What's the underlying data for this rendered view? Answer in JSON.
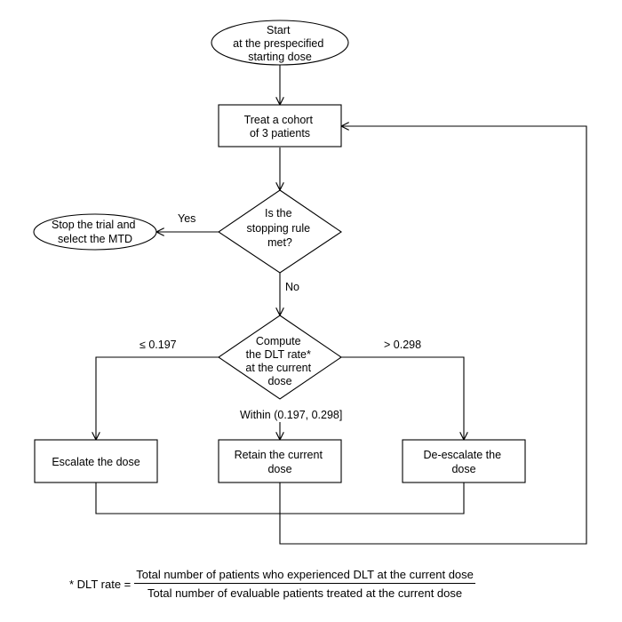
{
  "nodes": {
    "start": [
      "Start",
      "at the prespecified",
      "starting dose"
    ],
    "treat": [
      "Treat a cohort",
      "of 3 patients"
    ],
    "stop_q": [
      "Is the",
      "stopping rule",
      "met?"
    ],
    "stop": [
      "Stop the trial and",
      "select the MTD"
    ],
    "compute": [
      "Compute",
      "the DLT rate*",
      "at the current",
      "dose"
    ],
    "escalate": [
      "Escalate the dose"
    ],
    "retain": [
      "Retain the current",
      "dose"
    ],
    "deescalate": [
      "De-escalate the",
      "dose"
    ]
  },
  "edge_labels": {
    "yes": "Yes",
    "no": "No",
    "low": "≤ 0.197",
    "high": "> 0.298",
    "within": "Within (0.197, 0.298]"
  },
  "footnote": {
    "label": "* DLT rate =",
    "numerator": "Total number of patients who experienced DLT at the current dose",
    "denominator": "Total number of evaluable patients treated at the current dose"
  }
}
